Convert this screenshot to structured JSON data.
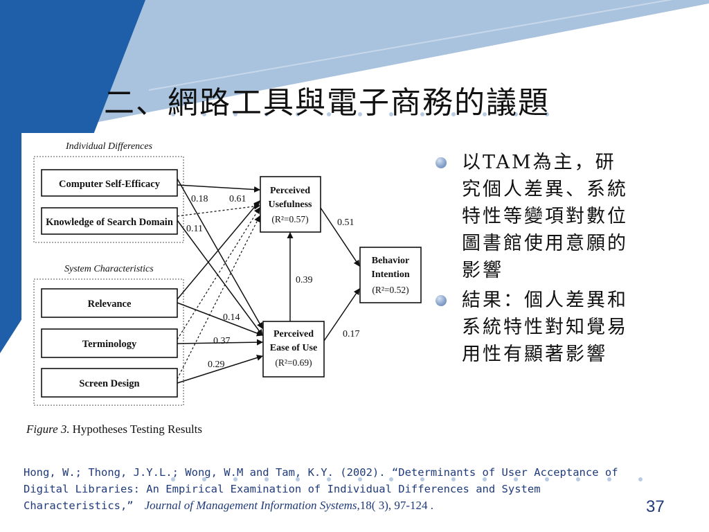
{
  "slide": {
    "title": "二、網路工具與電子商務的議題",
    "page_number": "37"
  },
  "bullets": [
    "以TAM為主，研究個人差異、系統特性等變項對數位圖書館使用意願的影響",
    "結果：個人差異和系統特性對知覺易用性有顯著影響"
  ],
  "diagram": {
    "group1_label": "Individual Differences",
    "group2_label": "System Characteristics",
    "boxes": {
      "cse": "Computer Self-Efficacy",
      "ksd": "Knowledge of Search Domain",
      "rel": "Relevance",
      "term": "Terminology",
      "sd": "Screen Design",
      "pu_line1": "Perceived",
      "pu_line2": "Usefulness",
      "pu_r2": "(R²=0.57)",
      "peou_line1": "Perceived",
      "peou_line2": "Ease of Use",
      "peou_r2": "(R²=0.69)",
      "bi_line1": "Behavior",
      "bi_line2": "Intention",
      "bi_r2": "(R²=0.52)"
    },
    "coefficients": {
      "cse_peou": "0.18",
      "cse_pu": "0.61",
      "ksd_peou": "0.11",
      "pu_bi": "0.51",
      "peou_pu": "0.39",
      "rel_peou": "0.14",
      "term_peou": "0.37",
      "sd_peou": "0.29",
      "peou_bi": "0.17"
    },
    "caption_label": "Figure 3.",
    "caption_text": "Hypotheses Testing Results"
  },
  "reference": {
    "authors_title": "Hong, W.; Thong, J.Y.L.; Wong, W.M and Tam, K.Y. (2002). “Determinants of User Acceptance of Digital Libraries: An Empirical Examination of Individual Differences and System Characteristics,”",
    "journal": "Journal of Management Information Systems,",
    "volume_pages": "18( 3), 97-124 ."
  },
  "colors": {
    "accent_dark": "#1f5faa",
    "accent_light": "#a9c3df",
    "text_blue": "#1f3a7a"
  }
}
